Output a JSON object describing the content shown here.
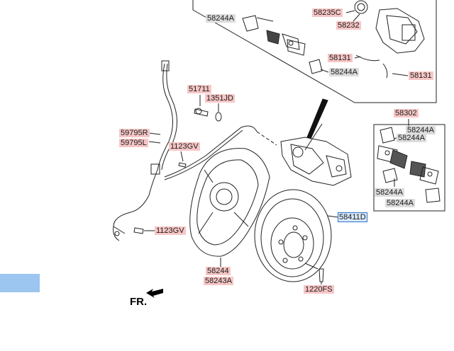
{
  "labels": {
    "p58244A_top": "58244A",
    "p58235C": "58235C",
    "p58232": "58232",
    "p58131a": "58131",
    "p58244A_mid": "58244A",
    "p58131b": "58131",
    "p51711": "51711",
    "p1351JD": "1351JD",
    "p59795R": "59795R",
    "p59795L": "59795L",
    "p1123GV_a": "1123GV",
    "p1123GV_b": "1123GV",
    "p58302": "58302",
    "p58244A_k1": "58244A",
    "p58244A_k2": "58244A",
    "p58244A_k3": "58244A",
    "p58244A_k4": "58244A",
    "p58411D": "58411D",
    "p58244": "58244",
    "p58243A": "58243A",
    "p1220FS": "1220FS"
  },
  "direction_marker": "FR.",
  "colors": {
    "part_label_bg": "#f7c6c6",
    "selected_label_bg": "#d7e8fb",
    "selected_label_border": "#2f72c6",
    "gray_label_bg": "#dcdcdc",
    "highlight_box": "#9cc5f0",
    "line": "#222222"
  }
}
